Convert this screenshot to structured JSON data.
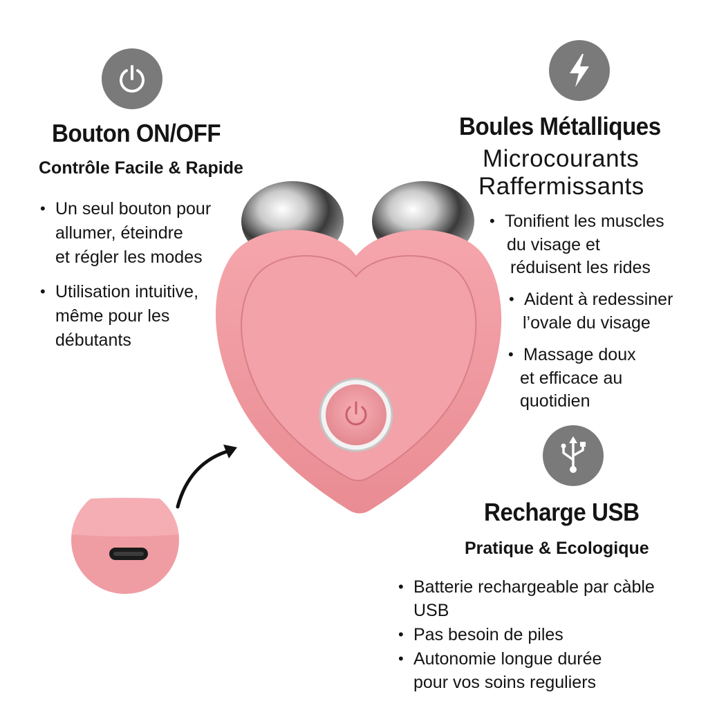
{
  "sections": {
    "power": {
      "icon": "power-icon",
      "title": "Bouton ON/OFF",
      "subtitle": "Contrôle Facile & Rapide",
      "bullets": [
        [
          "Un seul bouton pour",
          "allumer, éteindre",
          "et régler les modes"
        ],
        [
          "Utilisation intuitive,",
          "même pour les",
          "débutants"
        ]
      ]
    },
    "balls": {
      "icon": "lightning-icon",
      "title": "Boules Métalliques",
      "subtitle_lines": [
        "Microcourants",
        "Raffermissants"
      ],
      "bullets": [
        [
          "Tonifient les muscles",
          "du visage et",
          "réduisent les rides"
        ],
        [
          "Aident à redessiner",
          "l’ovale du visage"
        ],
        [
          "Massage doux",
          "et efficace au",
          "quotidien"
        ]
      ]
    },
    "usb": {
      "icon": "usb-icon",
      "title": "Recharge USB",
      "subtitle": "Pratique & Ecologique",
      "bullets": [
        [
          "Batterie rechargeable par càble",
          "USB"
        ],
        [
          "Pas besoin de piles"
        ],
        [
          "Autonomie longue durée",
          "pour vos soins reguliers"
        ]
      ]
    }
  },
  "colors": {
    "device_pink": "#ef9aa0",
    "device_pink_dark": "#e0848b",
    "icon_gray": "#7a7a7a"
  }
}
